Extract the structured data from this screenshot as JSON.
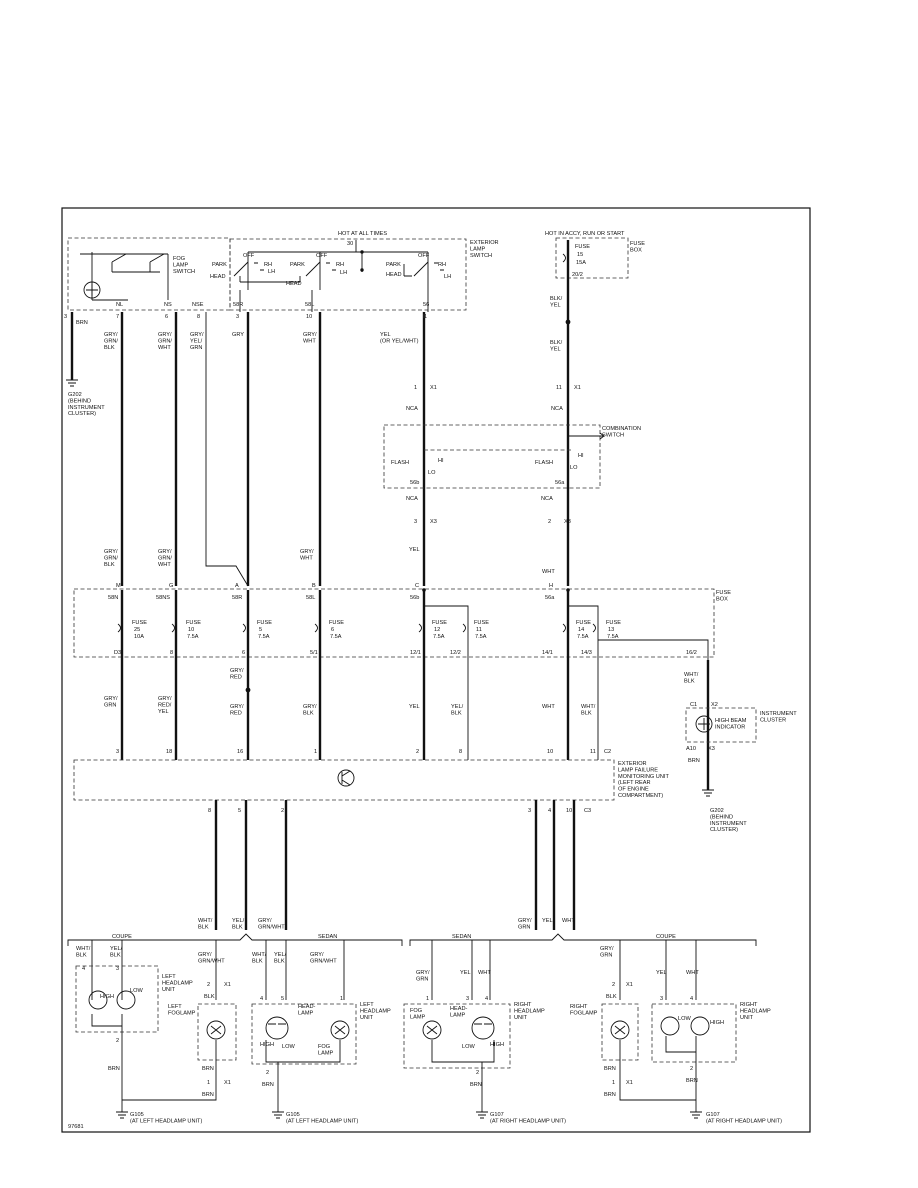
{
  "header": {
    "hot_at_all_times": "HOT AT ALL TIMES",
    "hot_accy": "HOT IN ACCY, RUN OR START",
    "diagram_id": "97681"
  },
  "components": {
    "exterior_lamp_switch": "EXTERIOR|LAMP|SWITCH",
    "fog_lamp_switch": "FOG|LAMP|SWITCH",
    "fuse_box_top": "FUSE|BOX",
    "fuse_box_main": "FUSE|BOX",
    "combination_switch": "COMBINATION|SWITCH",
    "instrument_cluster": "INSTRUMENT|CLUSTER",
    "high_beam_indicator": "HIGH BEAM|INDICATOR",
    "monitoring_unit": "EXTERIOR|LAMP FAILURE|MONITORING UNIT|(LEFT REAR|OF ENGINE|COMPARTMENT)",
    "left_headlamp_unit_coupe": "LEFT|HEADLAMP|UNIT",
    "left_foglamp": "LEFT|FOGLAMP",
    "left_headlamp_unit_sedan": "LEFT|HEADLAMP|UNIT",
    "right_headlamp_unit_sedan": "RIGHT|HEADLAMP|UNIT",
    "right_foglamp": "RIGHT|FOGLAMP",
    "right_headlamp_unit_coupe": "RIGHT|HEADLAMP|UNIT",
    "fog_lamp": "FOG|LAMP",
    "head_lamp": "HEAD-|LAMP",
    "fog_lamp_label": "FOG|LAMP",
    "head_lamp_sedan": "HEAD-|LAMP"
  },
  "switch_labels": {
    "park": "PARK",
    "off": "OFF",
    "head": "HEAD",
    "rh": "RH",
    "lh": "LH",
    "flash": "FLASH",
    "hi": "HI",
    "lo": "LO",
    "high": "HIGH",
    "low": "LOW"
  },
  "terminals": {
    "t30": "30",
    "t58r": "58R",
    "t58l": "58L",
    "t56": "56",
    "tnl": "NL",
    "tns": "NS",
    "tnse": "NSE",
    "t56b": "56b",
    "t56a": "56a",
    "t58n": "58N",
    "t58ns": "58NS",
    "t58r_fb": "58R",
    "t58l_fb": "58L",
    "t56b_fb": "56b",
    "t56a_fb": "56a"
  },
  "pins": {
    "p_3a": "3",
    "p_7": "7",
    "p_6": "6",
    "p_8": "8",
    "p_3b": "3",
    "p_10": "10",
    "p_1": "1",
    "c_1": "1",
    "c_11": "11",
    "c_3": "3",
    "c_2": "2",
    "fb_m": "M",
    "fb_g": "G",
    "fb_a": "A",
    "fb_b": "B",
    "fb_c": "C",
    "fb_h": "H",
    "fb_d3": "D3",
    "fb_8": "8",
    "fb_6": "6",
    "fb_5_1": "5/1",
    "fb_12_1": "12/1",
    "fb_12_2": "12/2",
    "fb_14_1": "14/1",
    "fb_14_3": "14/3",
    "fb_16_2": "16/2",
    "mu_3": "3",
    "mu_18": "18",
    "mu_16": "16",
    "mu_1": "1",
    "mu_2": "2",
    "mu_8": "8",
    "mu_10": "10",
    "mu_11": "11",
    "mo_8": "8",
    "mo_5": "5",
    "mo_2": "2",
    "mo_3": "3",
    "mo_4": "4",
    "mo_10": "10",
    "ic_c1": "C1",
    "ic_a10": "A10",
    "fuse15_pin": "20/2",
    "hl_4": "4",
    "hl_3": "3",
    "hl_2": "2",
    "fg_2": "2",
    "fg_1": "1",
    "sl_4": "4",
    "sl_5": "5",
    "sl_1": "1",
    "sl_2": "2",
    "sr_1": "1",
    "sr_3": "3",
    "sr_4": "4",
    "sr_2": "2",
    "rf_3": "3",
    "rf_1": "1",
    "rc_3": "3",
    "rc_4": "4",
    "rc_2": "2"
  },
  "connectors": {
    "x1": "X1",
    "x2": "X2",
    "x3": "X3",
    "c2": "C2",
    "c3": "C3"
  },
  "fuses": [
    {
      "name": "FUSE",
      "num": "25",
      "amps": "10A"
    },
    {
      "name": "FUSE",
      "num": "10",
      "amps": "7.5A"
    },
    {
      "name": "FUSE",
      "num": "5",
      "amps": "7.5A"
    },
    {
      "name": "FUSE",
      "num": "6",
      "amps": "7.5A"
    },
    {
      "name": "FUSE",
      "num": "12",
      "amps": "7.5A"
    },
    {
      "name": "FUSE",
      "num": "11",
      "amps": "7.5A"
    },
    {
      "name": "FUSE",
      "num": "14",
      "amps": "7.5A"
    },
    {
      "name": "FUSE",
      "num": "13",
      "amps": "7.5A"
    },
    {
      "name": "FUSE",
      "num": "15",
      "amps": "15A"
    }
  ],
  "wires": {
    "brn": "BRN",
    "gry_grn_blk": "GRY/|GRN/|BLK",
    "gry_grn_wht": "GRY/|GRN/|WHT",
    "gry_yel_grn": "GRY/|YEL/|GRN",
    "gry": "GRY",
    "gry_wht": "GRY/|WHT",
    "yel_or": "YEL|(OR YEL/WHT)",
    "blk_yel": "BLK/|YEL",
    "blk_yel2": "BLK/|YEL",
    "nca": "NCA",
    "nca2": "NCA",
    "nca3": "NCA",
    "nca4": "NCA",
    "gry_grn_blk2": "GRY/|GRN/|BLK",
    "gry_grn_wht2": "GRY/|GRN/|WHT",
    "gry_wht2": "GRY/|WHT",
    "yel": "YEL",
    "wht": "WHT",
    "gry_grn": "GRY/|GRN",
    "gry_red_yel": "GRY/|RED/|YEL",
    "gry_red": "GRY/|RED",
    "gry_red2": "GRY/|RED",
    "gry_blk": "GRY/|BLK",
    "yel2": "YEL",
    "yel_blk": "YEL/|BLK",
    "wht2": "WHT",
    "wht_blk": "WHT/|BLK",
    "wht_blk_ic": "WHT/|BLK",
    "brn_ic": "BRN",
    "wht_blk_lo": "WHT/|BLK",
    "yel_blk_lo": "YEL/|BLK",
    "gry_grn_wht_lo": "GRY/|GRN/WHT",
    "gry_grn_lo": "GRY/|GRN",
    "yel_lo": "YEL",
    "wht_lo": "WHT",
    "c_wht_blk": "WHT/|BLK",
    "c_yel_blk": "YEL/|BLK",
    "f_gry_grn_wht": "GRY/|GRN/WHT",
    "f_blk": "BLK",
    "s_wht_blk": "WHT/|BLK",
    "s_yel_blk": "YEL/|BLK",
    "s_gry_grn_wht": "GRY/|GRN/WHT",
    "sr_gry_grn": "GRY/|GRN",
    "sr_yel": "YEL",
    "sr_wht": "WHT",
    "rf_gry_grn": "GRY/|GRN",
    "rf_blk": "BLK",
    "rc_yel": "YEL",
    "rc_wht": "WHT",
    "b1": "BRN",
    "b2": "BRN",
    "b3": "BRN",
    "b4": "BRN",
    "b5": "BRN",
    "b6": "BRN",
    "b7": "BRN"
  },
  "grounds": {
    "g202_top": "G202|(BEHIND|INSTRUMENT|CLUSTER)",
    "g202_ic": "G202|(BEHIND|INSTRUMENT|CLUSTER)",
    "g105_a": "G105|(AT LEFT HEADLAMP UNIT)",
    "g105_b": "G105|(AT LEFT HEADLAMP UNIT)",
    "g107_a": "G107|(AT RIGHT HEADLAMP UNIT)",
    "g107_b": "G107|(AT RIGHT HEADLAMP UNIT)"
  },
  "variants": {
    "coupe_left": "COUPE",
    "sedan_left": "SEDAN",
    "sedan_right": "SEDAN",
    "coupe_right": "COUPE"
  }
}
